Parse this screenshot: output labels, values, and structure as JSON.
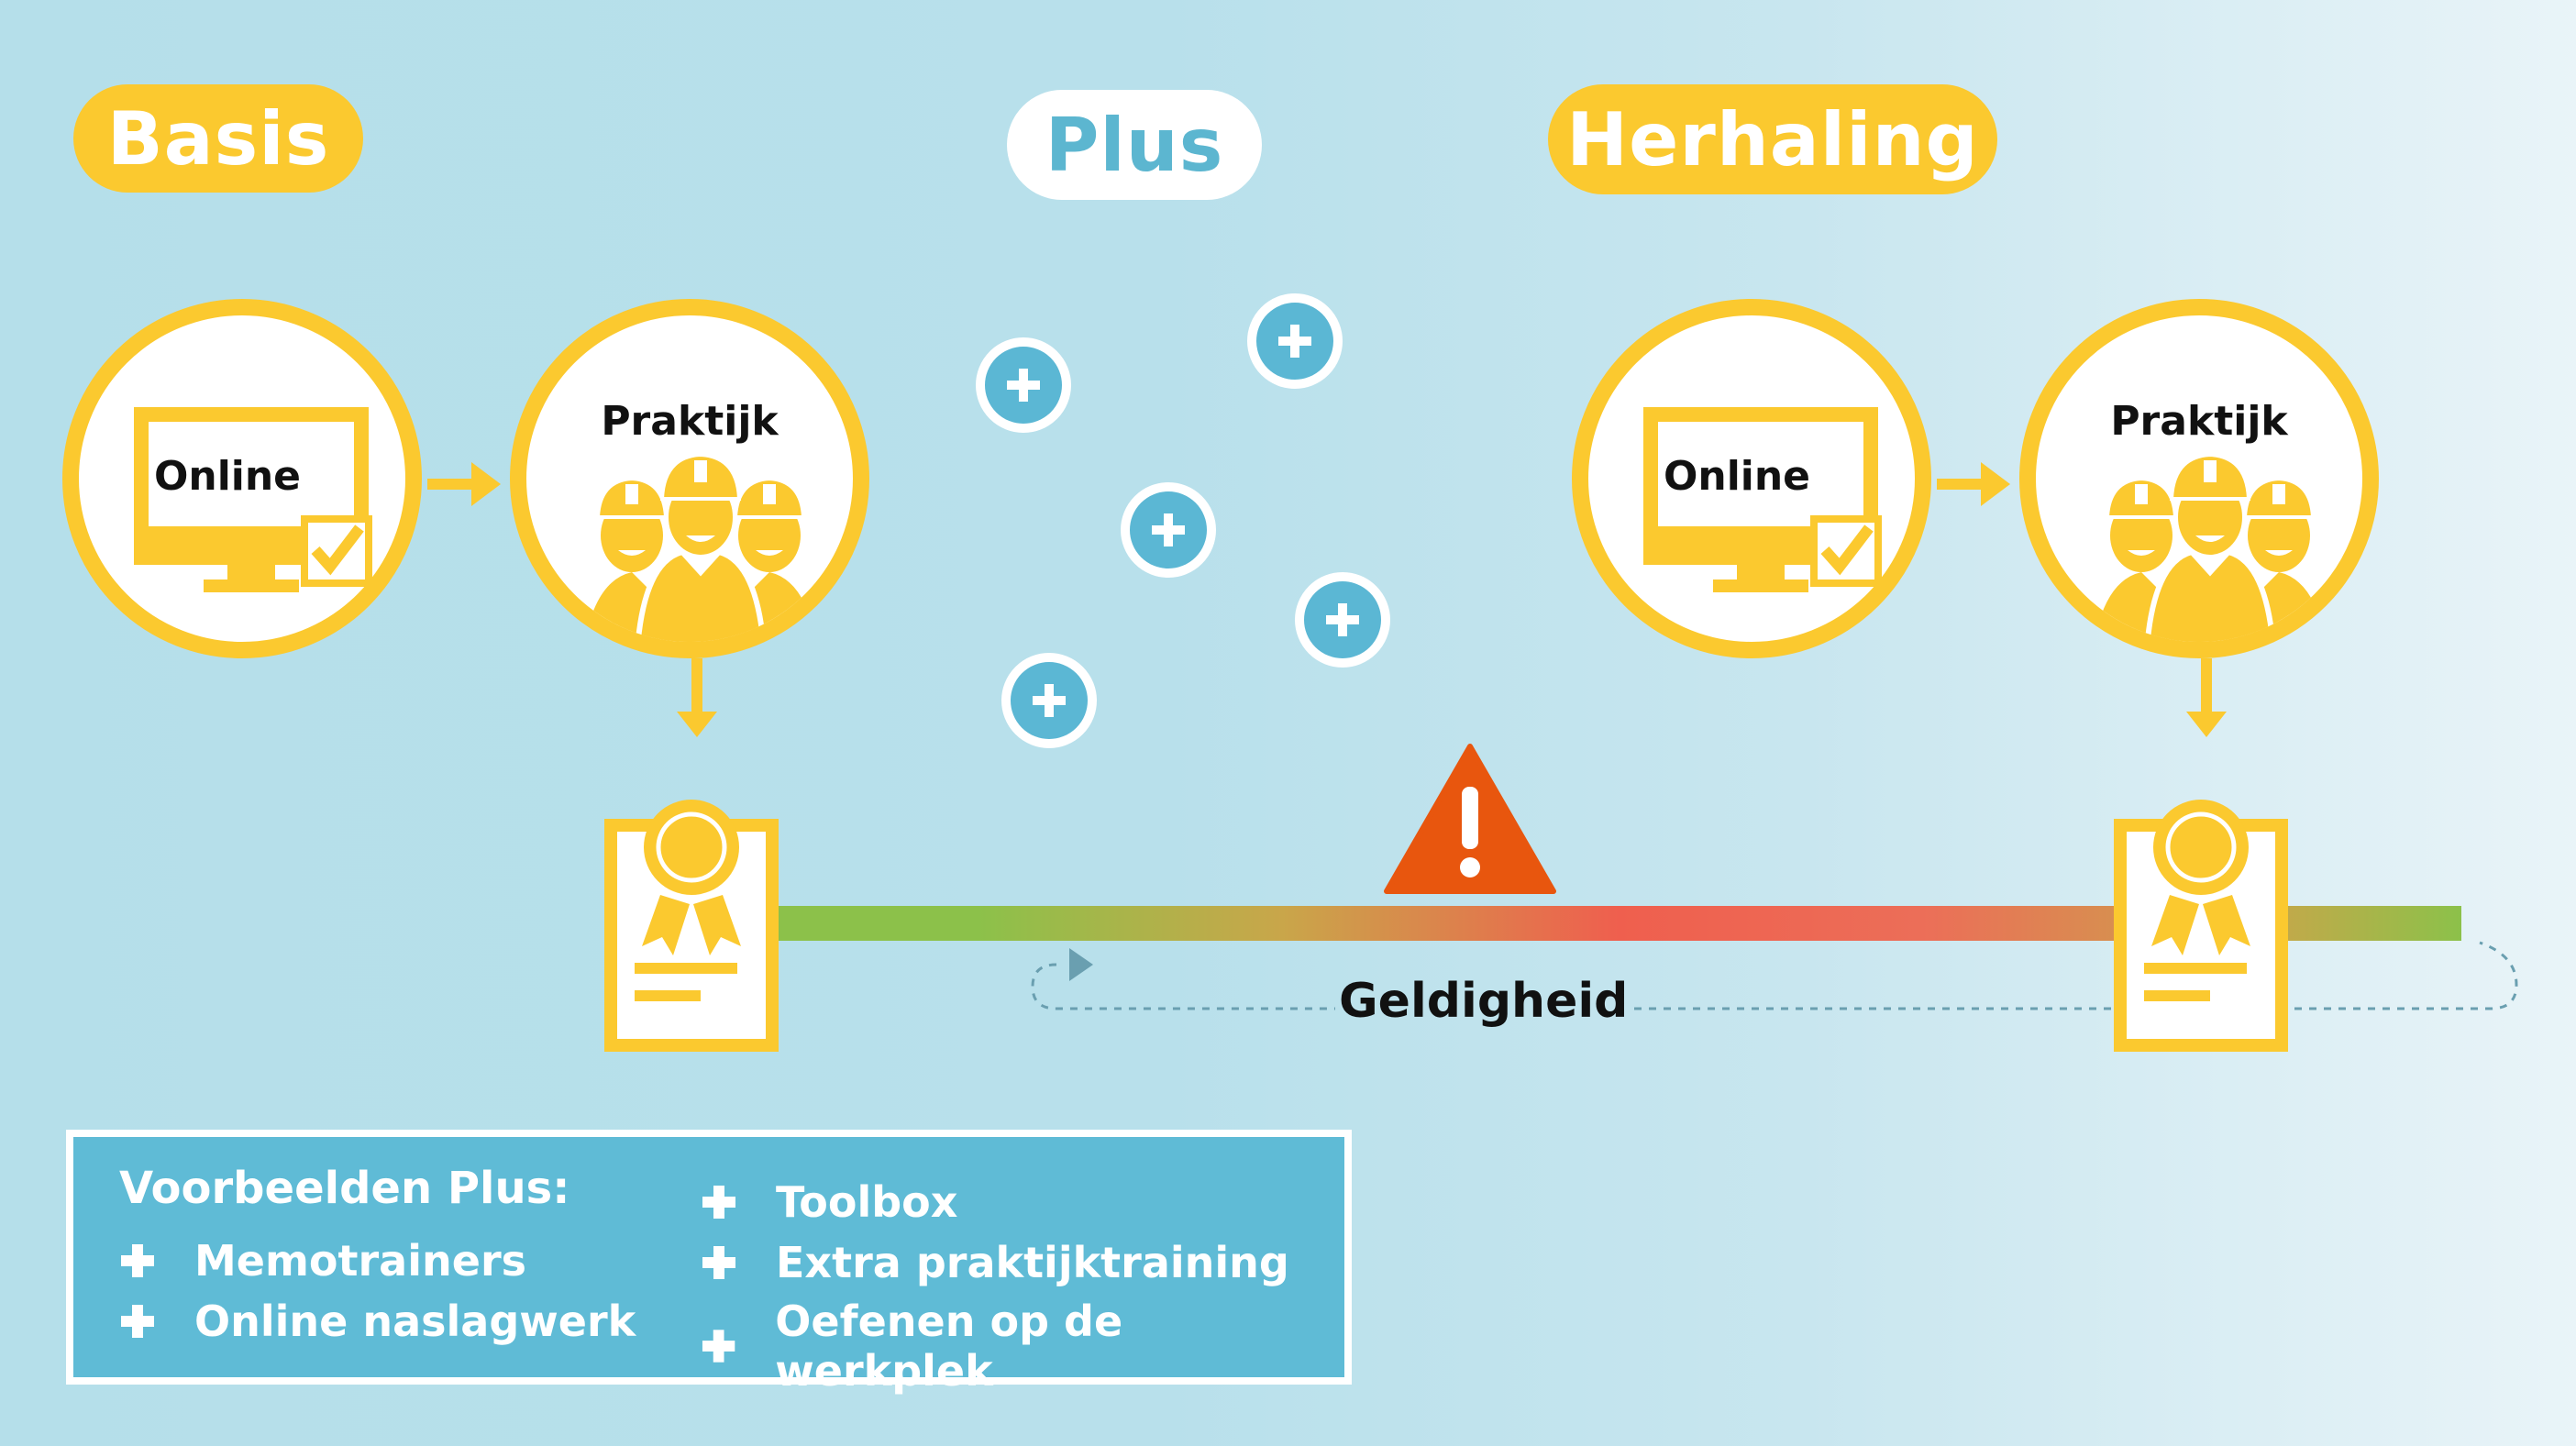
{
  "stages": {
    "basis": "Basis",
    "plus": "Plus",
    "herhaling": "Herhaling"
  },
  "basis_steps": {
    "online": "Online",
    "praktijk": "Praktijk"
  },
  "herhaling_steps": {
    "online": "Online",
    "praktijk": "Praktijk"
  },
  "timeline": {
    "label": "Geldigheid"
  },
  "legend": {
    "title": "Voorbeelden Plus:",
    "items_left": [
      "Memotrainers",
      "Online naslagwerk"
    ],
    "items_right": [
      "Toolbox",
      "Extra praktijktraining",
      "Oefenen op de werkplek"
    ]
  },
  "colors": {
    "yellow": "#fbc92f",
    "blue": "#5bb7d4",
    "green": "#8cc14a",
    "red": "#ef5f4e",
    "warning": "#e8560e"
  },
  "icons": [
    "computer-check-icon",
    "workers-icon",
    "certificate-icon",
    "plus-icon",
    "warning-icon",
    "arrow-icon"
  ]
}
